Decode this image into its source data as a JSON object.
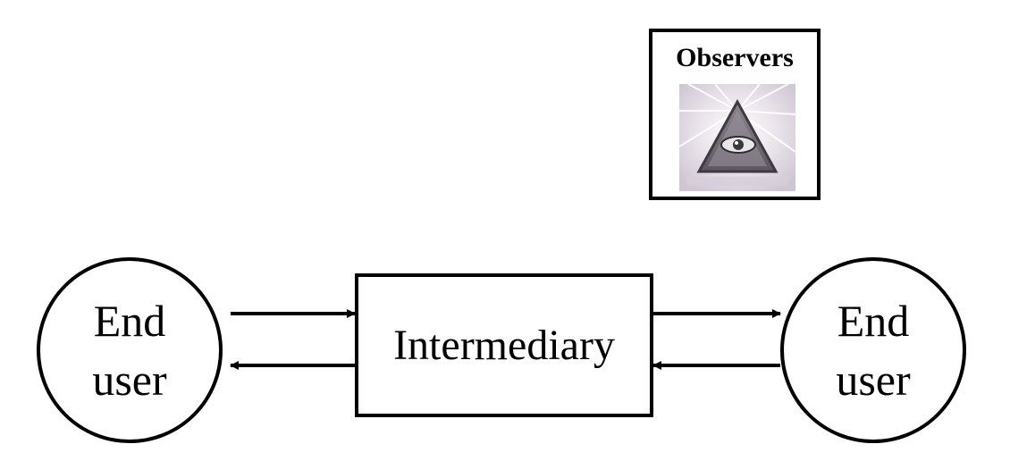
{
  "diagram": {
    "left_end_user": {
      "line1": "End",
      "line2": "user"
    },
    "intermediary": {
      "label": "Intermediary"
    },
    "right_end_user": {
      "line1": "End",
      "line2": "user"
    },
    "observers": {
      "label": "Observers",
      "image": "all-seeing-eye-pyramid-icon"
    },
    "connectors": [
      {
        "from": "End user (left)",
        "to": "Intermediary"
      },
      {
        "from": "Intermediary",
        "to": "End user (left)"
      },
      {
        "from": "Intermediary",
        "to": "End user (right)"
      },
      {
        "from": "End user (right)",
        "to": "Intermediary"
      }
    ],
    "colors": {
      "stroke": "#000000",
      "background": "#ffffff"
    }
  }
}
